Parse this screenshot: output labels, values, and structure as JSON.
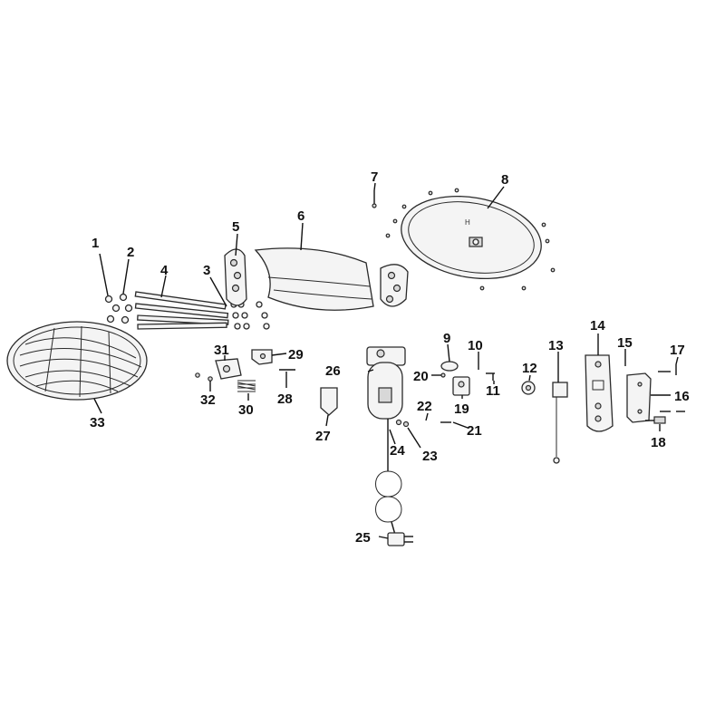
{
  "diagram": {
    "type": "exploded-parts-diagram",
    "part_numbers": [
      "1",
      "2",
      "3",
      "4",
      "5",
      "6",
      "7",
      "8",
      "9",
      "10",
      "11",
      "12",
      "13",
      "14",
      "15",
      "16",
      "17",
      "18",
      "19",
      "20",
      "21",
      "22",
      "23",
      "24",
      "25",
      "26",
      "27",
      "28",
      "29",
      "30",
      "31",
      "32",
      "33"
    ]
  }
}
